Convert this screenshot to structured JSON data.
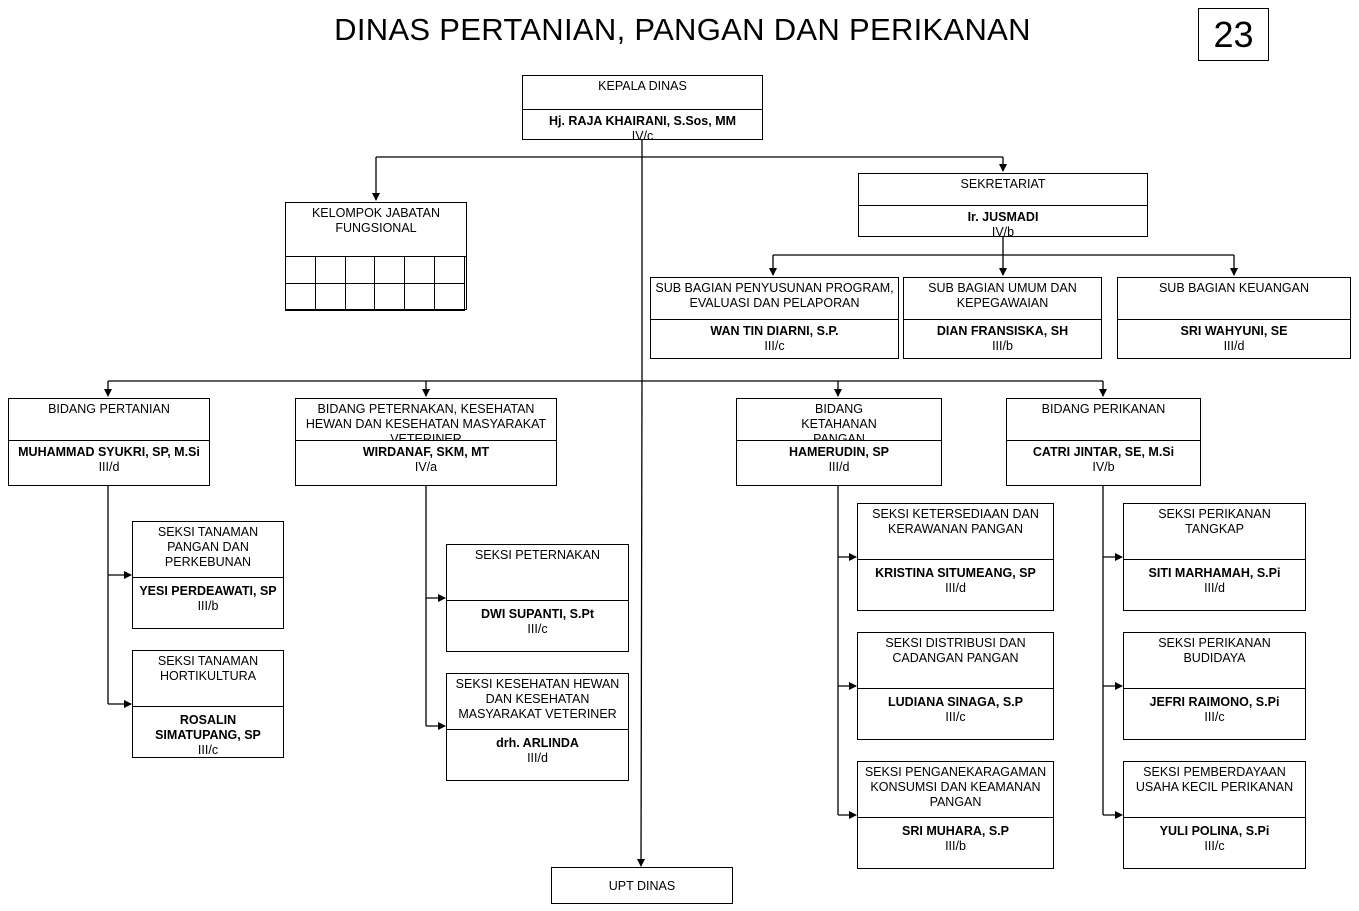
{
  "title": "DINAS PERTANIAN, PANGAN DAN PERIKANAN",
  "page_number": "23",
  "kepala": {
    "label": "KEPALA DINAS",
    "name": "Hj. RAJA KHAIRANI, S.Sos, MM",
    "grade": "IV/c"
  },
  "fungsional": {
    "label": "KELOMPOK JABATAN FUNGSIONAL"
  },
  "sekretariat": {
    "label": "SEKRETARIAT",
    "name": "Ir. JUSMADI",
    "grade": "IV/b"
  },
  "subbag_program": {
    "label": "SUB BAGIAN PENYUSUNAN PROGRAM, EVALUASI DAN PELAPORAN",
    "name": "WAN TIN DIARNI, S.P.",
    "grade": "III/c"
  },
  "subbag_umum": {
    "label": "SUB BAGIAN UMUM DAN KEPEGAWAIAN",
    "name": "DIAN FRANSISKA, SH",
    "grade": "III/b"
  },
  "subbag_keuangan": {
    "label": "SUB BAGIAN KEUANGAN",
    "name": "SRI WAHYUNI, SE",
    "grade": "III/d"
  },
  "bid_pertanian": {
    "label": "BIDANG PERTANIAN",
    "name": "MUHAMMAD SYUKRI, SP, M.Si",
    "grade": "III/d"
  },
  "bid_peternakan": {
    "label": "BIDANG PETERNAKAN, KESEHATAN HEWAN DAN KESEHATAN MASYARAKAT VETERINER",
    "name": "WIRDANAF, SKM, MT",
    "grade": "IV/a"
  },
  "bid_ketahanan": {
    "label": "BIDANG KETAHANAN PANGAN",
    "name": "HAMERUDIN, SP",
    "grade": "III/d"
  },
  "bid_perikanan": {
    "label": "BIDANG PERIKANAN",
    "name": "CATRI JINTAR, SE, M.Si",
    "grade": "IV/b"
  },
  "seksi_tp": {
    "label": "SEKSI TANAMAN PANGAN DAN PERKEBUNAN",
    "name": "YESI PERDEAWATI, SP",
    "grade": "III/b"
  },
  "seksi_horti": {
    "label": "SEKSI TANAMAN HORTIKULTURA",
    "name": "ROSALIN SIMATUPANG, SP",
    "grade": "III/c"
  },
  "seksi_peternakan": {
    "label": "SEKSI PETERNAKAN",
    "name": "DWI SUPANTI, S.Pt",
    "grade": "III/c"
  },
  "seksi_keswan": {
    "label": "SEKSI KESEHATAN HEWAN DAN KESEHATAN MASYARAKAT VETERINER",
    "name": "drh. ARLINDA",
    "grade": "III/d"
  },
  "seksi_ketersediaan": {
    "label": "SEKSI KETERSEDIAAN DAN KERAWANAN PANGAN",
    "name": "KRISTINA SITUMEANG, SP",
    "grade": "III/d"
  },
  "seksi_distribusi": {
    "label": "SEKSI DISTRIBUSI DAN CADANGAN PANGAN",
    "name": "LUDIANA SINAGA, S.P",
    "grade": "III/c"
  },
  "seksi_penganeka": {
    "label": "SEKSI PENGANEKARAGAMAN KONSUMSI DAN KEAMANAN PANGAN",
    "name": "SRI MUHARA, S.P",
    "grade": "III/b"
  },
  "seksi_tangkap": {
    "label": "SEKSI PERIKANAN TANGKAP",
    "name": "SITI MARHAMAH, S.Pi",
    "grade": "III/d"
  },
  "seksi_budidaya": {
    "label": "SEKSI PERIKANAN BUDIDAYA",
    "name": "JEFRI RAIMONO, S.Pi",
    "grade": "III/c"
  },
  "seksi_usaha": {
    "label": "SEKSI PEMBERDAYAAN USAHA KECIL PERIKANAN",
    "name": "YULI POLINA, S.Pi",
    "grade": "III/c"
  },
  "upt": {
    "label": "UPT DINAS"
  }
}
